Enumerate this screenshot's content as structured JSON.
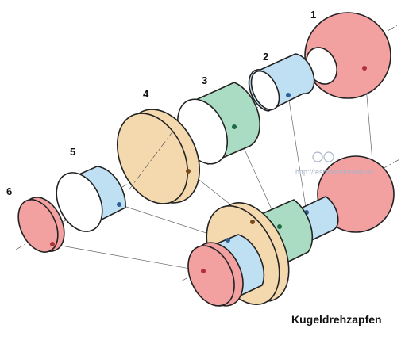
{
  "caption": "Kugeldrehzapfen",
  "watermark": "http://testlehrerfreund.de",
  "part_numbers": [
    "1",
    "2",
    "3",
    "4",
    "5",
    "6"
  ],
  "colors": {
    "red": "#f2a0a0",
    "blue": "#bfe0f2",
    "green": "#a9dcc3",
    "tan": "#f3d9ad",
    "outline": "#222222"
  }
}
